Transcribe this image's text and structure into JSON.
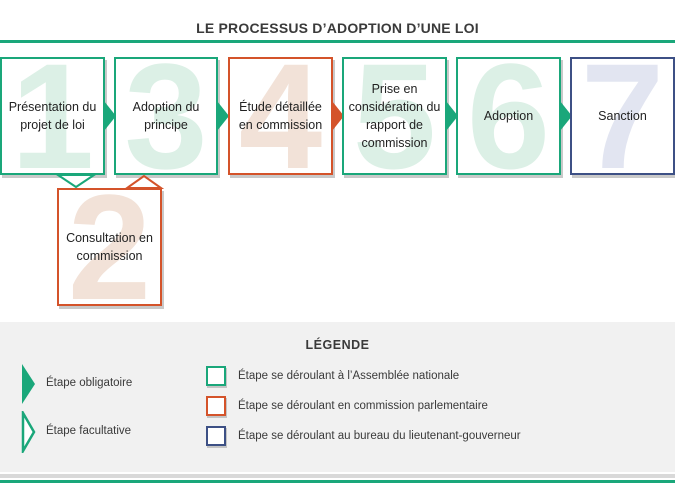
{
  "title": "LE PROCESSUS D’ADOPTION D’UNE LOI",
  "colors": {
    "assembly": "#1aa77a",
    "commission": "#d4532a",
    "lieutenant_governor": "#3d5085"
  },
  "steps": [
    {
      "number": "1",
      "label": "Présentation du projet de loi",
      "type": "assembly"
    },
    {
      "number": "3",
      "label": "Adoption du principe",
      "type": "assembly"
    },
    {
      "number": "4",
      "label": "Étude détaillée en commission",
      "type": "commission"
    },
    {
      "number": "5",
      "label": "Prise en considération du rapport de commission",
      "type": "assembly"
    },
    {
      "number": "6",
      "label": "Adoption",
      "type": "assembly"
    },
    {
      "number": "7",
      "label": "Sanction",
      "type": "lieutenant_governor"
    }
  ],
  "optional_step": {
    "number": "2",
    "label": "Consultation en commission",
    "type": "commission"
  },
  "legend": {
    "title": "LÉGENDE",
    "mandatory": "Étape obligatoire",
    "optional": "Étape facultative",
    "assembly": "Étape se déroulant à l’Assemblée nationale",
    "commission": "Étape se déroulant en commission parlementaire",
    "lieutenant_governor": "Étape se déroulant au bureau du lieutenant-gouverneur"
  }
}
